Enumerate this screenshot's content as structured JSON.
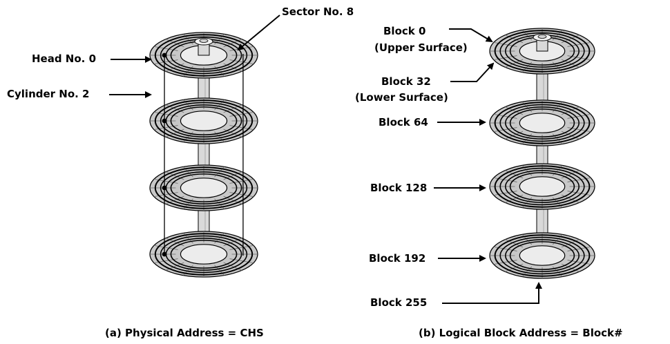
{
  "left": {
    "labels": {
      "sector": "Sector No. 8",
      "head": "Head No. 0",
      "cylinder": "Cylinder No. 2"
    },
    "caption": "(a) Physical Address = CHS"
  },
  "right": {
    "labels": {
      "block0": "Block 0",
      "upper": "(Upper Surface)",
      "block32": "Block 32",
      "lower": "(Lower Surface)",
      "block64": "Block 64",
      "block128": "Block 128",
      "block192": "Block 192",
      "block255": "Block 255"
    },
    "caption": "(b) Logical Block Address = Block#"
  },
  "colors": {
    "platter": "#c8c8c8",
    "hub": "#ececec",
    "spindle": "#d9d9d9",
    "line": "#000000"
  }
}
